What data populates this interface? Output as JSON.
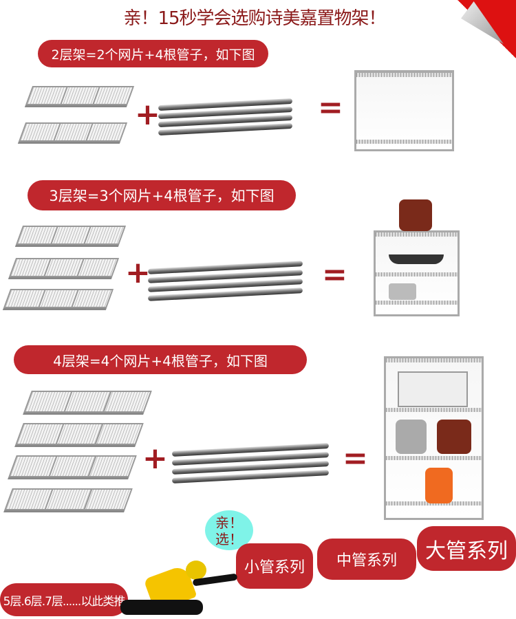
{
  "title": "亲！15秒学会选购诗美嘉置物架！",
  "sections": [
    {
      "label": "2层架=2个网片+4根管子，如下图"
    },
    {
      "label": "3层架=3个网片+4根管子，如下图"
    },
    {
      "label": "4层架=4个网片+4根管子，如下图"
    }
  ],
  "plus": "+",
  "equals": "=",
  "bubble": {
    "line1": "亲！",
    "line2": "选！"
  },
  "series": {
    "small": "小管系列",
    "medium": "中管系列",
    "large": "大管系列"
  },
  "more": "5层.6层.7层......以此类推",
  "colors": {
    "accent": "#c0272d",
    "title": "#8b1a1a",
    "bubble": "#7ff3e8"
  }
}
